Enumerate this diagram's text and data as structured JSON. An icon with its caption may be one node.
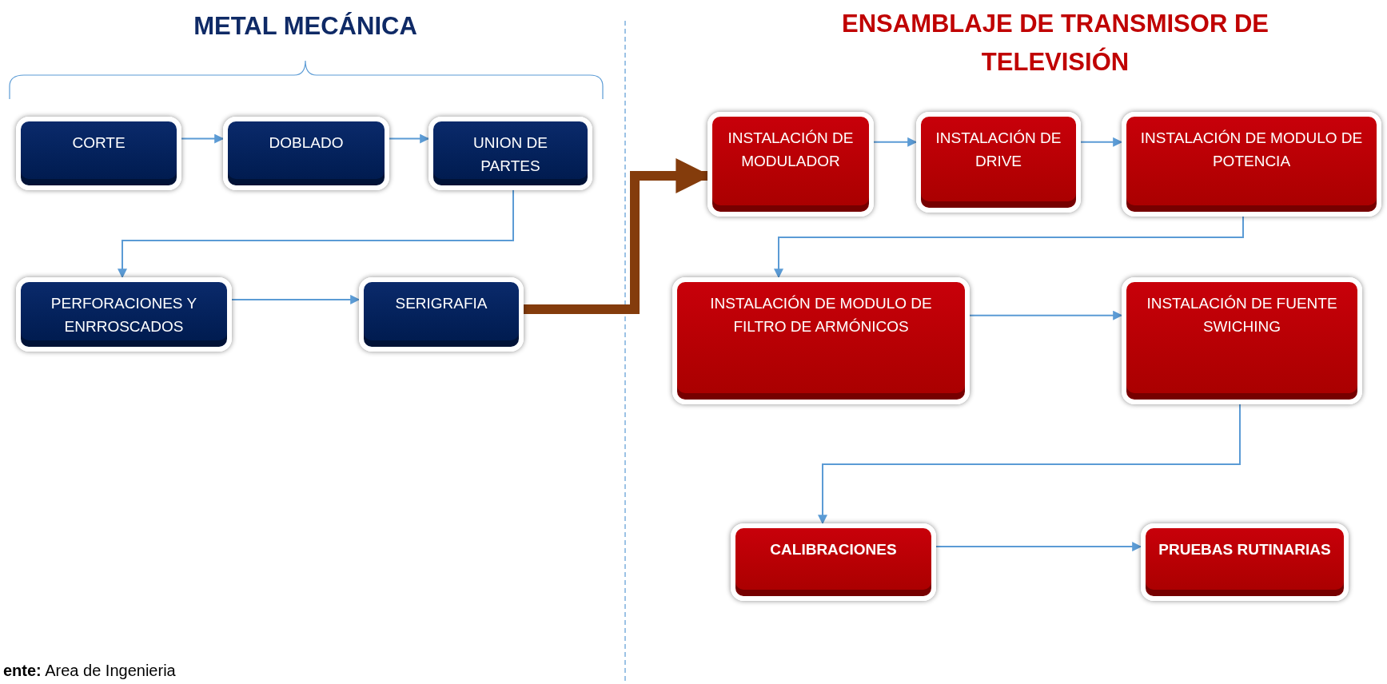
{
  "diagram": {
    "caption": "**ente:** Area de Ingenieria",
    "nodes": [
      {
        "text": [
          "CORTE"
        ]
      },
      {
        "text": [
          "DOBLADO"
        ]
      },
      {
        "text": [
          "UNION DE PARTES"
        ]
      },
      {
        "text": [
          "PERFORACIONES Y ENRROSCADOS"
        ]
      },
      {
        "text": [
          "SERIGRAFIA"
        ]
      },
      {
        "text": [
          "INSTALACIÓN DE MODULADOR"
        ]
      },
      {
        "text": [
          "INSTALACIÓN DE DRIVE"
        ]
      },
      {
        "text": [
          "INSTALACIÓN DE MODULO DE POTENCIA"
        ]
      },
      {
        "text": [
          "INSTALACIÓN DE MODULO DE FILTRO DE ARMÓNICOS"
        ]
      },
      {
        "text": [
          "INSTALACIÓN DE FUENTE SWICHING"
        ]
      },
      {
        "text": [
          "CALIBRACIONES"
        ]
      },
      {
        "text": [
          "PRUEBAS RUTINARIAS"
        ]
      }
    ],
    "edges": [
      {
        "from": 0,
        "to": 1,
        "arrow": "to"
      },
      {
        "from": 1,
        "to": 2,
        "arrow": "to"
      },
      {
        "from": 2,
        "to": 3,
        "arrow": "to"
      },
      {
        "from": 3,
        "to": 4,
        "arrow": "to"
      },
      {
        "from": 4,
        "to": 5,
        "arrow": "to",
        "style": "thick",
        "color": "#843c0c"
      },
      {
        "from": 5,
        "to": 6,
        "arrow": "to"
      },
      {
        "from": 6,
        "to": 7,
        "arrow": "to"
      },
      {
        "from": 7,
        "to": 8,
        "arrow": "to"
      },
      {
        "from": 8,
        "to": 9,
        "arrow": "to"
      },
      {
        "from": 9,
        "to": 10,
        "arrow": "to"
      },
      {
        "from": 10,
        "to": 11,
        "arrow": "to"
      }
    ],
    "labels": [
      "METAL MECÁNICA",
      "ENSAMBLAJE DE TRANSMISOR DE TELEVISIÓN"
    ]
  }
}
